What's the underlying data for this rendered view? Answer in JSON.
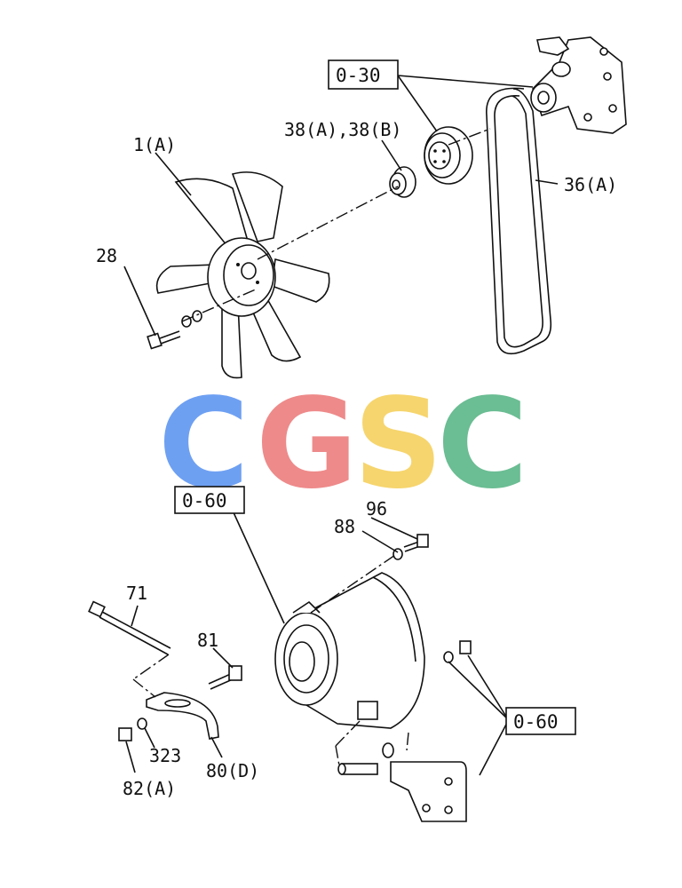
{
  "callouts": {
    "fan": "1(A)",
    "bolt": "28",
    "pulley_spacer": "38(A),38(B)",
    "belt": "36(A)",
    "box_water_pump": "0-30",
    "box_generator": "0-60",
    "box_bracket": "0-60",
    "bolt_top": "96",
    "washer_top": "88",
    "long_bolt": "71",
    "adjust_bolt": "81",
    "washer": "323",
    "adjust_plate": "80(D)",
    "nut": "82(A)"
  },
  "watermark": {
    "letters": [
      "C",
      "G",
      "S",
      "C"
    ],
    "colors": [
      "#6ea0f2",
      "#ee8a8a",
      "#f6d56e",
      "#6bbd93"
    ]
  }
}
